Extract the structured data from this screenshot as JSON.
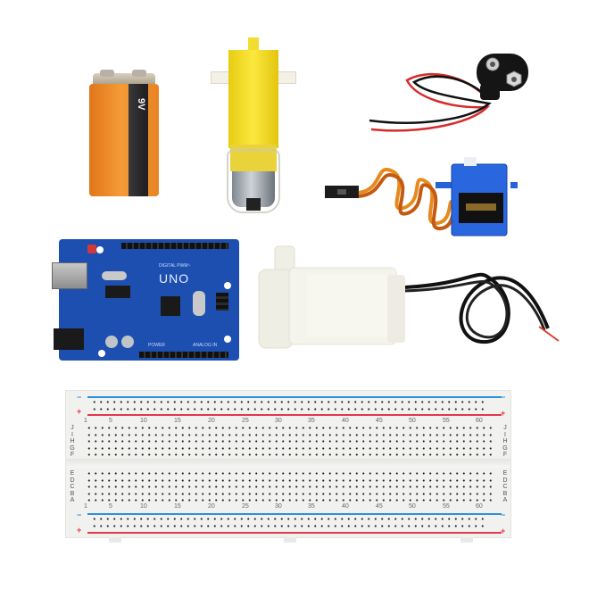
{
  "scene": {
    "description": "Arduino starter kit components on white background",
    "background": "#ffffff"
  },
  "items": [
    {
      "id": "battery",
      "name": "9V Battery",
      "label": "9V",
      "color_body": "#f28a2a",
      "color_stripe": "#2b2b2e"
    },
    {
      "id": "gear_motor",
      "name": "Yellow DC gear motor (TT motor)",
      "color": "#f5de2a"
    },
    {
      "id": "battery_snap",
      "name": "9V battery snap connector",
      "wire_colors": [
        "#d62b2b",
        "#111111"
      ]
    },
    {
      "id": "servo",
      "name": "Micro servo SG90",
      "color": "#1f5fd6",
      "wire_colors": [
        "#e58a1e",
        "#c35a12",
        "#6b3b1a"
      ]
    },
    {
      "id": "arduino",
      "name": "Arduino UNO compatible board",
      "brand_text": "UNO",
      "header_digital": "DIGITAL PWM~",
      "header_power": "POWER",
      "header_analog": "ANALOG IN",
      "pcb_color": "#1d4fb1"
    },
    {
      "id": "pump",
      "name": "Mini submersible water pump",
      "color": "#f1f1ea",
      "wire_color": "#111111"
    },
    {
      "id": "breadboard",
      "name": "830-point solderless breadboard",
      "row_labels_top": [
        "J",
        "I",
        "H",
        "G",
        "F"
      ],
      "row_labels_bottom": [
        "E",
        "D",
        "C",
        "B",
        "A"
      ],
      "column_numbers": [
        "1",
        "5",
        "10",
        "15",
        "20",
        "25",
        "30",
        "35",
        "40",
        "45",
        "50",
        "55",
        "60"
      ],
      "rail_minus_symbol": "−",
      "rail_plus_symbol": "+",
      "rail_colors": {
        "minus": "#2f8fd6",
        "plus": "#e0394a"
      }
    }
  ]
}
